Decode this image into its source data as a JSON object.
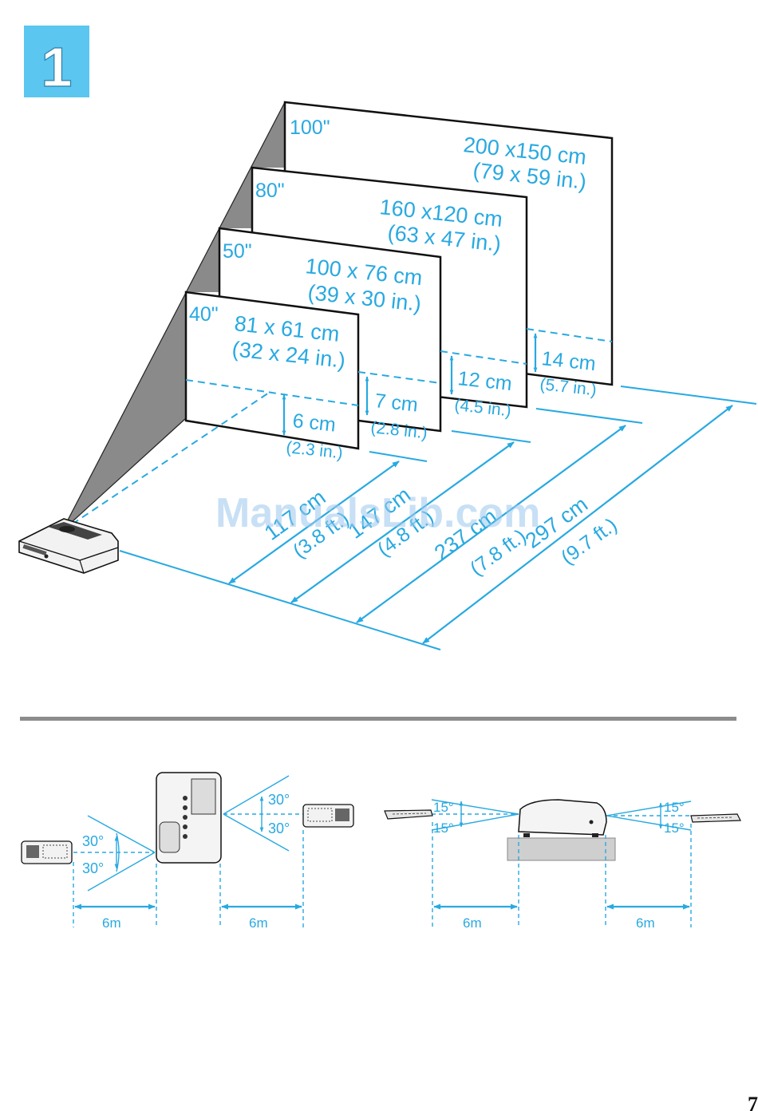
{
  "step_number": "1",
  "colors": {
    "accent": "#28a9e1",
    "step_badge": "#5bc6ef",
    "screen_side": "#8a8a8a",
    "divider": "#8c8c8c"
  },
  "watermark": "ManualsLib.com",
  "screens": [
    {
      "diagonal": "40\"",
      "size_cm": "81 x 61 cm",
      "size_in": "(32 x 24 in.)",
      "offset_cm": "6 cm",
      "offset_in": "(2.3 in.)"
    },
    {
      "diagonal": "50\"",
      "size_cm": "100 x 76 cm",
      "size_in": "(39 x 30 in.)",
      "offset_cm": "7 cm",
      "offset_in": "(2.8 in.)"
    },
    {
      "diagonal": "80\"",
      "size_cm": "160 x120 cm",
      "size_in": "(63 x 47 in.)",
      "offset_cm": "12 cm",
      "offset_in": "(4.5 in.)"
    },
    {
      "diagonal": "100\"",
      "size_cm": "200 x150 cm",
      "size_in": "(79 x 59 in.)",
      "offset_cm": "14 cm",
      "offset_in": "(5.7 in.)"
    }
  ],
  "distances": [
    {
      "cm": "117 cm",
      "ft": "(3.8 ft.)"
    },
    {
      "cm": "147 cm",
      "ft": "(4.8 ft.)"
    },
    {
      "cm": "237 cm",
      "ft": "(7.8 ft.)"
    },
    {
      "cm": "297 cm",
      "ft": "(9.7 ft.)"
    }
  ],
  "remote_top": {
    "angle": "30°",
    "range": "6m"
  },
  "remote_side": {
    "angle": "15°",
    "range": "6m"
  },
  "page_number": "7"
}
